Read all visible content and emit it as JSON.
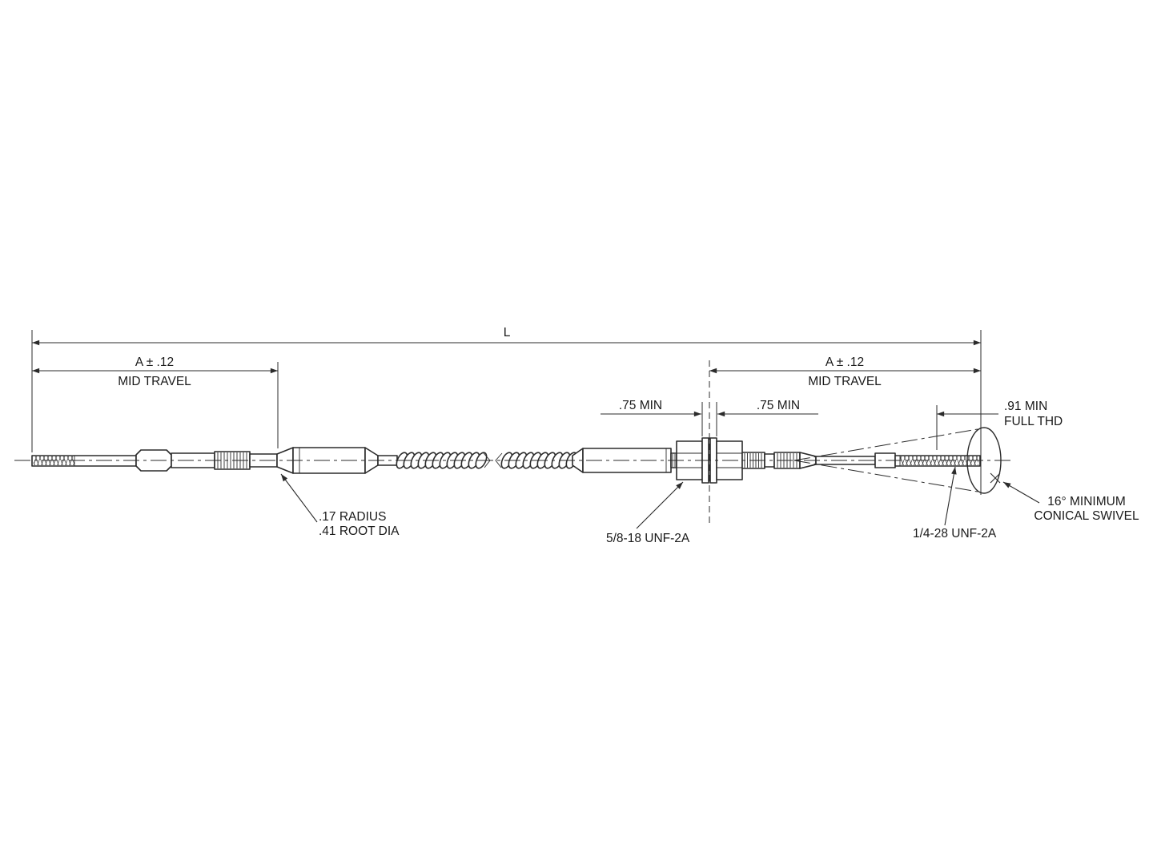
{
  "drawing": {
    "colors": {
      "line": "#2b2b2b",
      "text": "#1a1a1a",
      "background": "#ffffff"
    },
    "dimensions": {
      "overall_length": "L",
      "travel_left": "A ± .12",
      "travel_left_note": "MID TRAVEL",
      "travel_right": "A ± .12",
      "travel_right_note": "MID TRAVEL",
      "panel_clearance_left": ".75 MIN",
      "panel_clearance_right": ".75 MIN",
      "full_thread_value": ".91 MIN",
      "full_thread_note": "FULL THD"
    },
    "callouts": {
      "radius_line1": ".17 RADIUS",
      "radius_line2": ".41 ROOT DIA",
      "bulkhead_thread": "5/8-18 UNF-2A",
      "rod_thread": "1/4-28 UNF-2A",
      "swivel_line1": "16° MINIMUM",
      "swivel_line2": "CONICAL SWIVEL"
    }
  }
}
